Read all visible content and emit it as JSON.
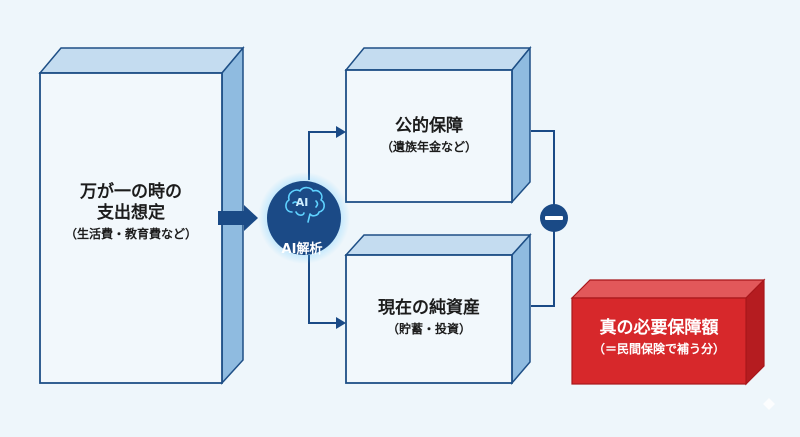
{
  "boxes": {
    "expenses": {
      "title_line1": "万が一の時の",
      "title_line2": "支出想定",
      "subtitle": "（生活費・教育費など）"
    },
    "public_security": {
      "title": "公的保障",
      "subtitle": "（遺族年金など）"
    },
    "net_assets": {
      "title": "現在の純資産",
      "subtitle": "（貯蓄・投資）"
    },
    "required_coverage": {
      "title": "真の必要保障額",
      "subtitle": "（＝民間保険で補う分）"
    }
  },
  "ai_node": {
    "icon_text": "AI",
    "label": "AI解析"
  },
  "operator": {
    "symbol": "minus-icon"
  },
  "colors": {
    "background": "#eef6fb",
    "box_face": "#f2f8fc",
    "box_side": "#8fbbe0",
    "box_top": "#c4dcf0",
    "box_stroke": "#1e4f86",
    "navy": "#1a4a86",
    "red_face": "#d7282b",
    "red_side": "#b51c20",
    "red_top": "#e2585a",
    "ai_glow": "#5fc8ff"
  }
}
